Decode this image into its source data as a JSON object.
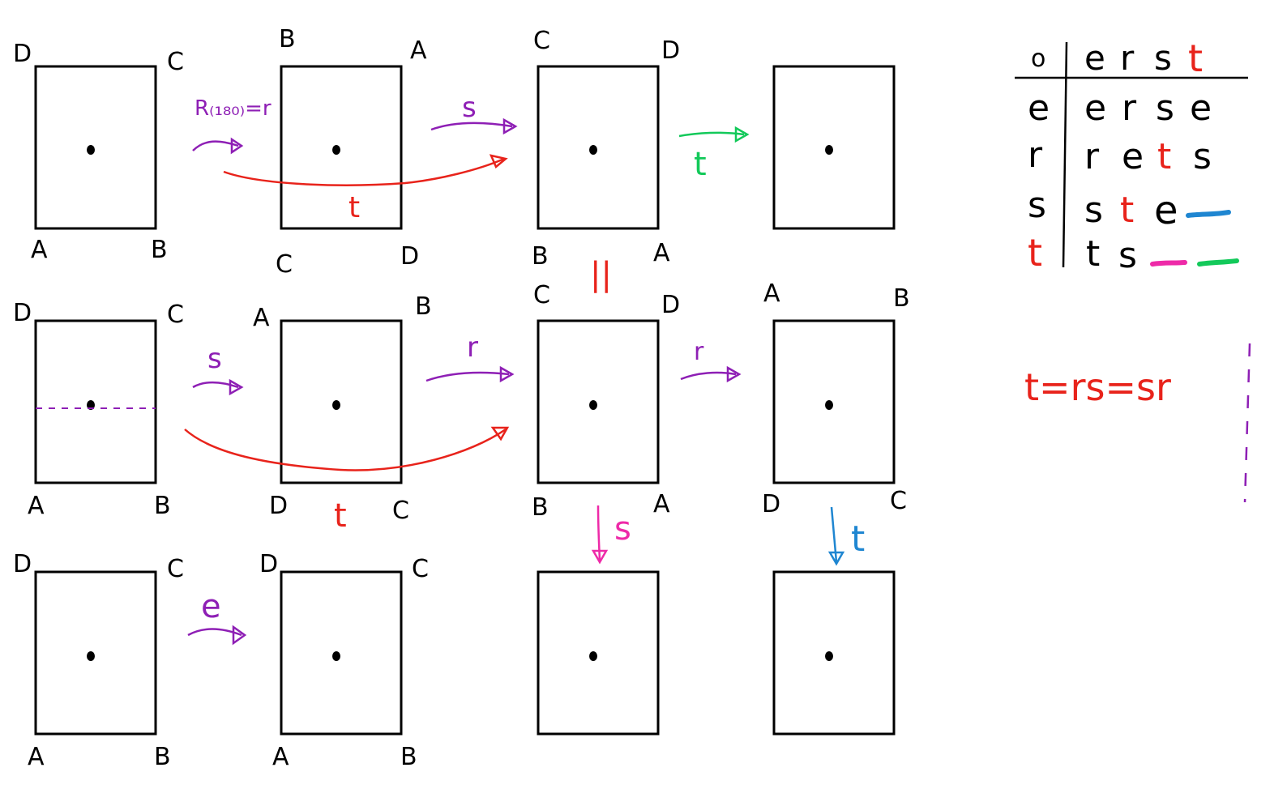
{
  "colors": {
    "ink": "#000000",
    "purple": "#8e1fb5",
    "red": "#e8231b",
    "green": "#13c95a",
    "magenta": "#ee2aa8",
    "blue": "#1f86d1"
  },
  "rows": [
    {
      "rects": [
        {
          "corners": [
            "D",
            "C",
            "A",
            "B"
          ]
        },
        {
          "corners": [
            "B",
            "A",
            "C",
            "D"
          ]
        },
        {
          "corners": [
            "C",
            "D",
            "B",
            "A"
          ]
        },
        {
          "corners": [
            "",
            "",
            "",
            ""
          ]
        }
      ],
      "arrows": [
        {
          "label": "R₍₁₈₀₎=r",
          "color": "purple"
        },
        {
          "label": "s",
          "color": "purple"
        },
        {
          "label": "t",
          "color": "green"
        },
        {
          "label": "t",
          "color": "red"
        }
      ]
    },
    {
      "rects": [
        {
          "corners": [
            "D",
            "C",
            "A",
            "B"
          ]
        },
        {
          "corners": [
            "A",
            "B",
            "D",
            "C"
          ]
        },
        {
          "corners": [
            "C",
            "D",
            "B",
            "A"
          ]
        },
        {
          "corners": [
            "A",
            "B",
            "D",
            "C"
          ]
        }
      ],
      "arrows": [
        {
          "label": "s",
          "color": "purple"
        },
        {
          "label": "r",
          "color": "purple"
        },
        {
          "label": "r",
          "color": "purple"
        },
        {
          "label": "t",
          "color": "red"
        }
      ]
    },
    {
      "rects": [
        {
          "corners": [
            "D",
            "C",
            "A",
            "B"
          ]
        },
        {
          "corners": [
            "D",
            "C",
            "A",
            "B"
          ]
        },
        {
          "corners": [
            "",
            "",
            "",
            ""
          ]
        },
        {
          "corners": [
            "",
            "",
            "",
            ""
          ]
        }
      ],
      "arrows": [
        {
          "label": "e",
          "color": "purple"
        },
        {
          "label": "s",
          "color": "magenta"
        },
        {
          "label": "t",
          "color": "blue"
        }
      ]
    }
  ],
  "equals_mark": "||",
  "table": {
    "op": "o",
    "header": [
      "e",
      "r",
      "s",
      "t"
    ],
    "rows": [
      {
        "head": "e",
        "cells": [
          "e",
          "r",
          "s",
          "e"
        ]
      },
      {
        "head": "r",
        "cells": [
          "r",
          "e",
          "t",
          "s"
        ]
      },
      {
        "head": "s",
        "cells": [
          "s",
          "t",
          "e",
          ""
        ]
      },
      {
        "head": "t",
        "cells": [
          "t",
          "s",
          "",
          ""
        ]
      }
    ]
  },
  "identity": "t=rs=sr"
}
